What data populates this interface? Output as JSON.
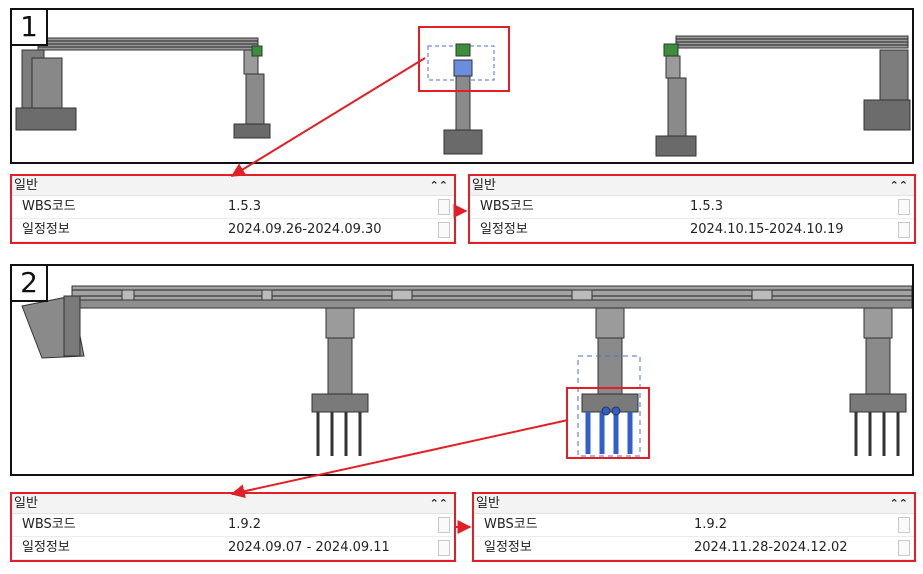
{
  "section1": {
    "number": "1",
    "left_panel": {
      "header": "일반",
      "collapse_icon": "double-chevron-up-icon",
      "rows": [
        {
          "key": "WBS코드",
          "value": "1.5.3"
        },
        {
          "key": "일정정보",
          "value": "2024.09.26-2024.09.30"
        }
      ]
    },
    "right_panel": {
      "header": "일반",
      "collapse_icon": "double-chevron-up-icon",
      "rows": [
        {
          "key": "WBS코드",
          "value": "1.5.3"
        },
        {
          "key": "일정정보",
          "value": "2024.10.15-2024.10.19"
        }
      ]
    }
  },
  "section2": {
    "number": "2",
    "left_panel": {
      "header": "일반",
      "collapse_icon": "double-chevron-up-icon",
      "rows": [
        {
          "key": "WBS코드",
          "value": "1.9.2"
        },
        {
          "key": "일정정보",
          "value": "2024.09.07 - 2024.09.11"
        }
      ]
    },
    "right_panel": {
      "header": "일반",
      "collapse_icon": "double-chevron-up-icon",
      "rows": [
        {
          "key": "WBS코드",
          "value": "1.9.2"
        },
        {
          "key": "일정정보",
          "value": "2024.11.28-2024.12.02"
        }
      ]
    }
  },
  "colors": {
    "highlight": "#e21f26",
    "selection": "#2f5fd0",
    "structure": "#8c8c8c"
  }
}
